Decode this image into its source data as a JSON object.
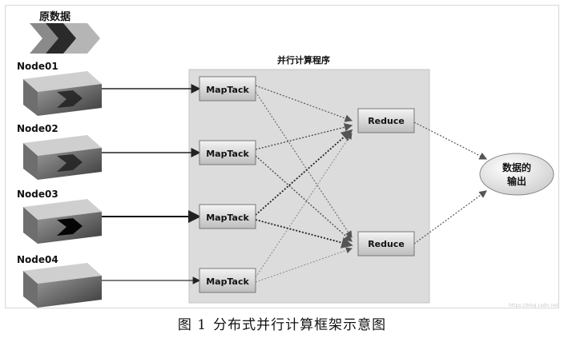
{
  "source_label": "原数据",
  "nodes": [
    "Node01",
    "Node02",
    "Node03",
    "Node04"
  ],
  "program_label": "并行计算程序",
  "map_tasks": [
    "MapTack",
    "MapTack",
    "MapTack",
    "MapTack"
  ],
  "reducers": [
    "Reduce",
    "Reduce"
  ],
  "output_label": [
    "数据的",
    "输出"
  ],
  "caption": {
    "number": "图 1",
    "text": "分布式并行计算框架示意图"
  }
}
